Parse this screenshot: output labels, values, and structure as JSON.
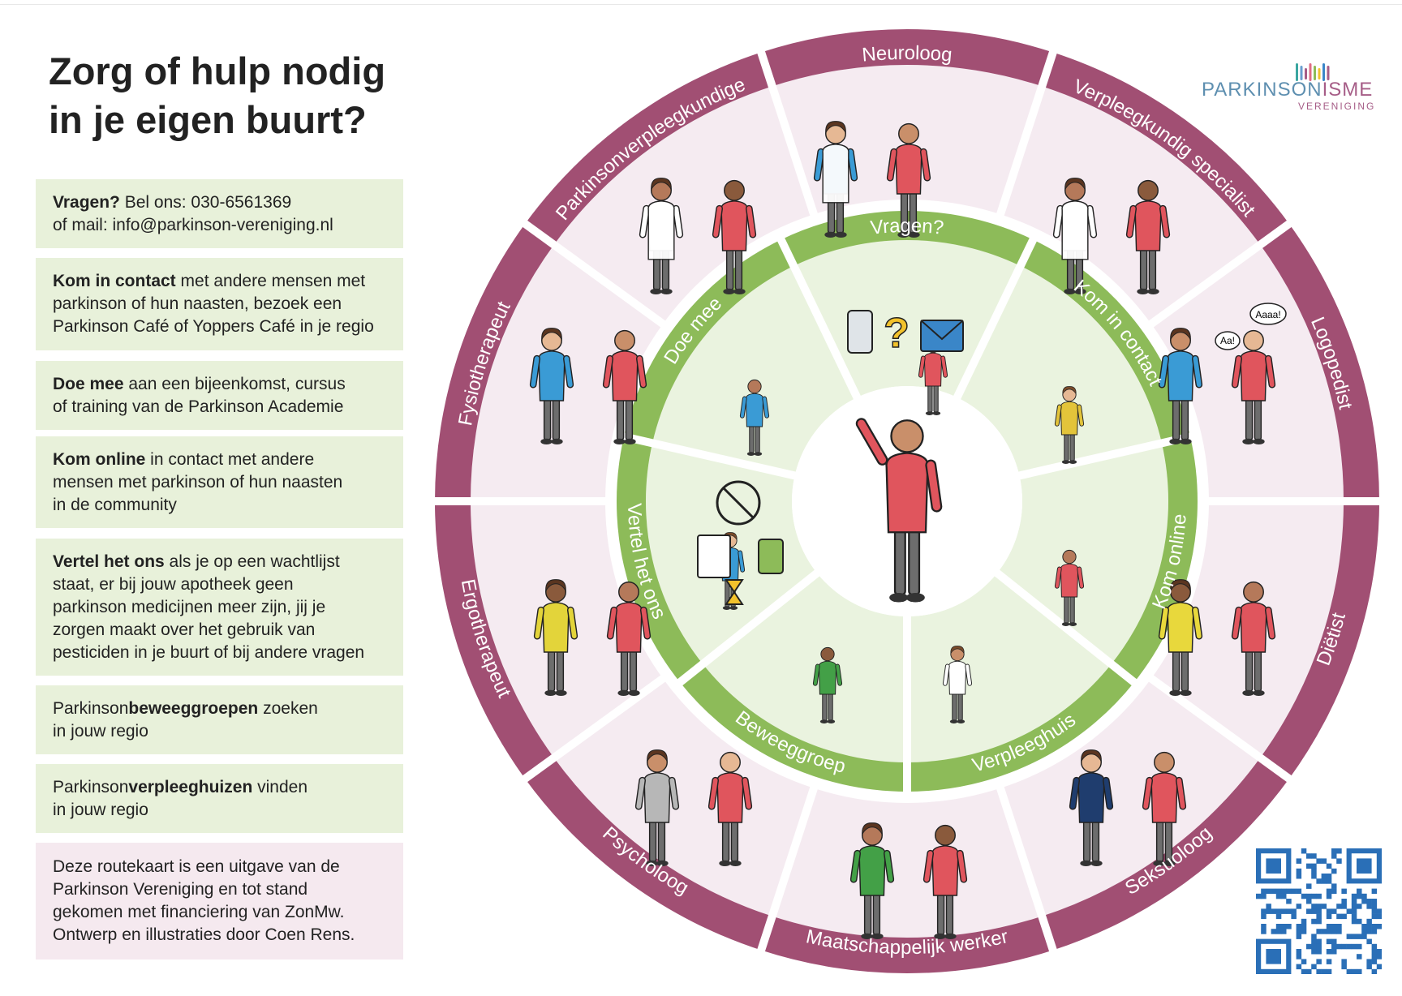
{
  "title": "Zorg of hulp nodig in je eigen buurt?",
  "title_lines": [
    "Zorg of hulp nodig",
    "in je eigen buurt?"
  ],
  "info_boxes": [
    {
      "bold": "Vragen?",
      "text": " Bel ons: 030-6561369\nof mail: info@parkinson-vereniging.nl"
    },
    {
      "bold": "Kom in contact",
      "text": " met andere mensen met\nparkinson of hun naasten, bezoek een\nParkinson Café of Yoppers Café in je regio"
    },
    {
      "bold": "Doe mee",
      "text": " aan een bijeenkomst, cursus\nof training van de Parkinson Academie"
    },
    {
      "bold": "Kom online",
      "text": " in contact met andere\nmensen met parkinson of hun naasten\nin de community"
    },
    {
      "bold": "Vertel het ons",
      "text": " als je op een wachtlijst\nstaat, er bij jouw apotheek geen\nparkinson medicijnen meer zijn, jij je\nzorgen maakt over het gebruik van\npesticiden in je buurt of bij andere vragen"
    },
    {
      "prefix": "Parkinson",
      "bold": "beweeggroepen",
      "text": " zoeken\nin jouw regio"
    },
    {
      "prefix": "Parkinson",
      "bold": "verpleeghuizen",
      "text": " vinden\nin jouw regio"
    },
    {
      "bold": "",
      "text": "Deze routekaart is een uitgave van de\nParkinson Vereniging en tot stand\ngekomen met financiering van ZonMw.\nOntwerp en illustraties door Coen Rens."
    }
  ],
  "outer_ring": [
    "Neuroloog",
    "Verpleegkundig specialist",
    "Logopedist",
    "Diëtist",
    "Seksuoloog",
    "Maatschappelijk werker",
    "Psycholoog",
    "Ergotherapeut",
    "Fysiotherapeut",
    "Parkinsonverpleegkundige"
  ],
  "inner_ring": [
    "Vragen?",
    "Kom in contact",
    "Kom online",
    "Verpleeghuis",
    "Beweeggroep",
    "Vertel het ons",
    "Doe mee"
  ],
  "illustration_text": {
    "speech_aaaa": "Aaaa!",
    "speech_aa": "Aa!",
    "question": "?"
  },
  "logo": {
    "main_a": "PARKINSON",
    "main_b": "ISME",
    "sub": "VERENIGING"
  },
  "colors": {
    "outer_band": "#a14f73",
    "outer_fill": "#f5ebf1",
    "inner_band": "#8dbb59",
    "inner_fill": "#eaf3df",
    "shirt": "#e0555d",
    "qr": "#2a6fb7"
  },
  "icons": [
    "phone-icon",
    "question-mark-icon",
    "envelope-icon",
    "medicine-crossed-icon",
    "clipboard-icon",
    "hourglass-icon",
    "spray-poison-icon",
    "qr-code",
    "logo-mark"
  ]
}
